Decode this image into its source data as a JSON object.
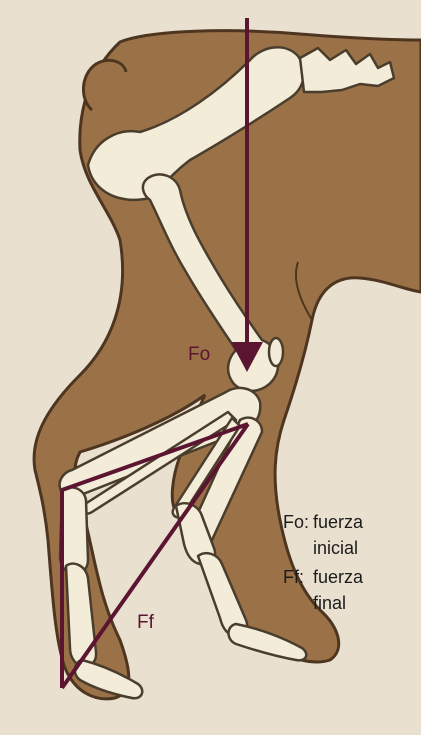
{
  "colors": {
    "background": "#e9e0cf",
    "body": "#9b7248",
    "body_outline": "#4d3520",
    "bone": "#f2ecd9",
    "bone_outline": "#4a3d2c",
    "force": "#5b1530",
    "legend_text": "#1c1c1c"
  },
  "labels": {
    "fo": "Fo",
    "ff": "Ff"
  },
  "legend": {
    "fo_key": "Fo:",
    "fo_line1": "fuerza",
    "fo_line2": "inicial",
    "ff_key": "Ff:",
    "ff_line1": "fuerza",
    "ff_line2": "final"
  },
  "icons": {
    "vertical_force": "arrow-down-icon",
    "triangle": "force-triangle-icon"
  }
}
